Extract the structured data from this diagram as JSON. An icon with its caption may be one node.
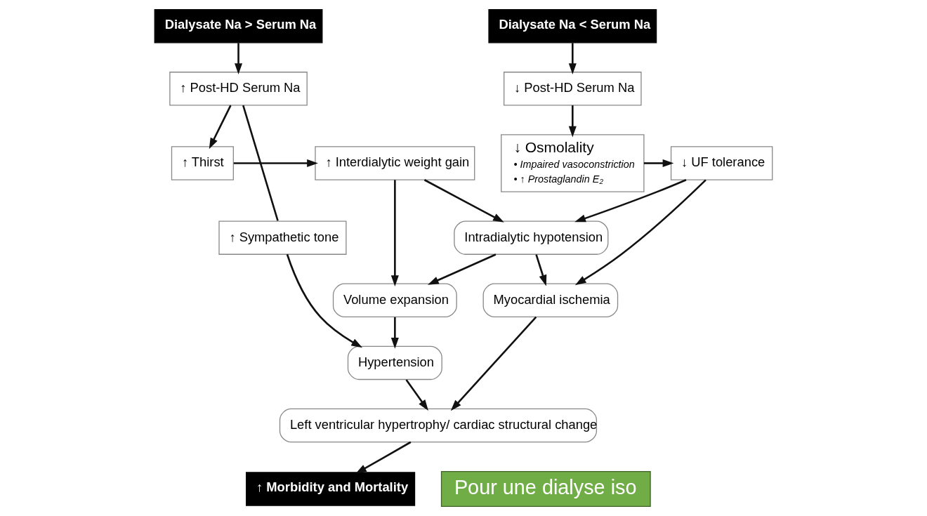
{
  "diagram": {
    "nodes": [
      {
        "text": [
          "Dialysate Na > Serum Na"
        ]
      },
      {
        "text": [
          "↑ Post-HD Serum Na"
        ]
      },
      {
        "text": [
          "↑ Thirst"
        ]
      },
      {
        "text": [
          "↑ Interdialytic weight gain"
        ]
      },
      {
        "text": [
          "Dialysate Na < Serum Na"
        ]
      },
      {
        "text": [
          "↓ Post-HD Serum Na"
        ]
      },
      {
        "text": [
          "↓ UF tolerance"
        ]
      },
      {
        "text": [
          "↓ Osmolality",
          "• Impaired vasoconstriction",
          "• ↑ Prostaglandin E₂"
        ]
      },
      {
        "text": [
          "Intradialytic hypotension"
        ]
      },
      {
        "text": [
          "↑ Sympathetic tone"
        ]
      },
      {
        "text": [
          "Volume expansion"
        ]
      },
      {
        "text": [
          "Myocardial ischemia"
        ]
      },
      {
        "text": [
          "Hypertension"
        ]
      },
      {
        "text": [
          "Left ventricular hypertrophy/ cardiac structural change"
        ]
      },
      {
        "text": [
          "↑ Morbidity and Mortality"
        ]
      },
      {
        "text": [
          "Pour une dialyse iso"
        ]
      }
    ],
    "edges": [
      {
        "from": 0,
        "to": 1,
        "arrow": "to"
      },
      {
        "from": 1,
        "to": 2,
        "arrow": "to"
      },
      {
        "from": 2,
        "to": 3,
        "arrow": "to"
      },
      {
        "from": 1,
        "to": 9,
        "arrow": "none"
      },
      {
        "from": 3,
        "to": 10,
        "arrow": "to"
      },
      {
        "from": 3,
        "to": 8,
        "arrow": "to"
      },
      {
        "from": 4,
        "to": 5,
        "arrow": "to"
      },
      {
        "from": 5,
        "to": 7,
        "arrow": "to"
      },
      {
        "from": 7,
        "to": 6,
        "arrow": "to"
      },
      {
        "from": 6,
        "to": 8,
        "arrow": "to"
      },
      {
        "from": 6,
        "to": 11,
        "arrow": "to"
      },
      {
        "from": 8,
        "to": 10,
        "arrow": "to"
      },
      {
        "from": 8,
        "to": 11,
        "arrow": "to"
      },
      {
        "from": 10,
        "to": 12,
        "arrow": "to"
      },
      {
        "from": 9,
        "to": 12,
        "arrow": "to"
      },
      {
        "from": 12,
        "to": 13,
        "arrow": "to"
      },
      {
        "from": 11,
        "to": 13,
        "arrow": "to"
      },
      {
        "from": 13,
        "to": 14,
        "arrow": "to"
      }
    ]
  }
}
